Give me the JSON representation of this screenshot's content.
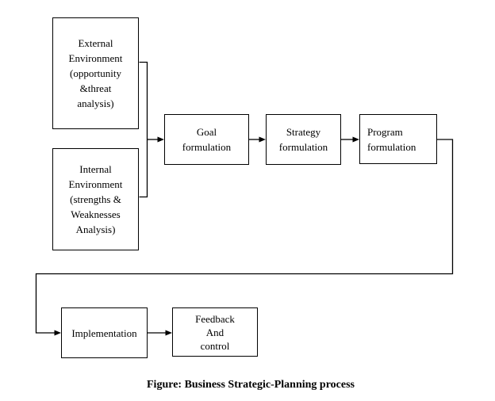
{
  "figure": {
    "type": "flowchart",
    "caption": "Figure: Business Strategic-Planning process"
  },
  "boxes": {
    "external_environment": {
      "label": "External\nEnvironment\n(opportunity\n&threat\nanalysis)"
    },
    "internal_environment": {
      "label": "Internal\nEnvironment\n(strengths &\nWeaknesses\nAnalysis)"
    },
    "goal_formulation": {
      "label": "Goal\nformulation"
    },
    "strategy_formulation": {
      "label": "Strategy\nformulation"
    },
    "program_formulation": {
      "label": "Program\nformulation"
    },
    "implementation": {
      "label": "Implementation"
    },
    "feedback_and_control": {
      "label": "Feedback\nAnd\ncontrol"
    }
  },
  "connections": [
    {
      "from": "external_environment + internal_environment",
      "to": "goal_formulation",
      "style": "bracket-merge-arrow"
    },
    {
      "from": "goal_formulation",
      "to": "strategy_formulation",
      "style": "arrow"
    },
    {
      "from": "strategy_formulation",
      "to": "program_formulation",
      "style": "arrow"
    },
    {
      "from": "program_formulation",
      "to": "implementation",
      "style": "orthogonal-loop-arrow"
    },
    {
      "from": "implementation",
      "to": "feedback_and_control",
      "style": "arrow"
    }
  ],
  "colors": {
    "line": "#000000",
    "text": "#000000",
    "background": "#ffffff"
  }
}
